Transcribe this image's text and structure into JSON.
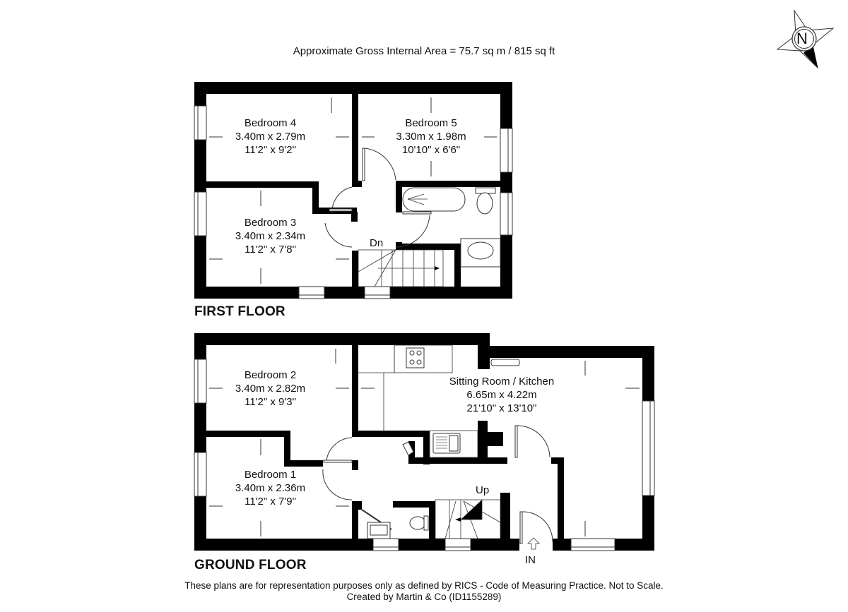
{
  "header": {
    "area_title": "Approximate Gross Internal Area = 75.7 sq m / 815 sq ft",
    "compass_letter": "N",
    "compass_icon": "north-compass-icon"
  },
  "first_floor": {
    "label": "FIRST FLOOR",
    "stair_label": "Dn",
    "rooms": [
      {
        "name": "Bedroom 4",
        "metric": "3.40m x 2.79m",
        "imperial": "11'2\" x 9'2\""
      },
      {
        "name": "Bedroom 5",
        "metric": "3.30m x 1.98m",
        "imperial": "10'10\" x 6'6\""
      },
      {
        "name": "Bedroom 3",
        "metric": "3.40m x 2.34m",
        "imperial": "11'2\" x 7'8\""
      }
    ]
  },
  "ground_floor": {
    "label": "GROUND FLOOR",
    "stair_label": "Up",
    "entrance_label": "IN",
    "rooms": [
      {
        "name": "Bedroom 2",
        "metric": "3.40m x 2.82m",
        "imperial": "11'2\" x 9'3\""
      },
      {
        "name": "Sitting Room / Kitchen",
        "metric": "6.65m x 4.22m",
        "imperial": "21'10\" x 13'10\""
      },
      {
        "name": "Bedroom 1",
        "metric": "3.40m x 2.36m",
        "imperial": "11'2\" x 7'9\""
      }
    ]
  },
  "footer": {
    "disclaimer": "These plans are for representation purposes only as defined by RICS - Code of Measuring Practice. Not to Scale.",
    "credit": "Created by Martin & Co (ID1155289)"
  },
  "colors": {
    "wall": "#000000",
    "line": "#333333",
    "background": "#ffffff"
  }
}
